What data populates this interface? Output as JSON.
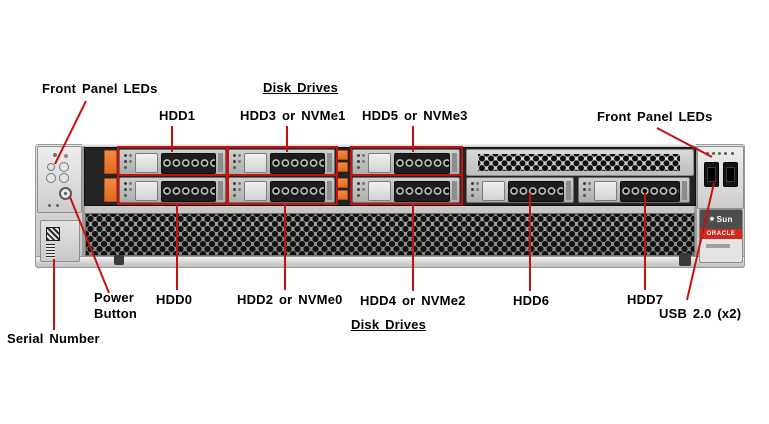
{
  "callouts": {
    "top": {
      "front_panel_leds_left": "Front Panel LEDs",
      "disk_drives": "Disk Drives",
      "hdd1": "HDD1",
      "hdd3": "HDD3 or NVMe1",
      "hdd5": "HDD5 or NVMe3",
      "front_panel_leds_right": "Front Panel LEDs"
    },
    "bottom": {
      "hdd0": "HDD0",
      "hdd2": "HDD2 or NVMe0",
      "hdd4": "HDD4 or NVMe2",
      "hdd6": "HDD6",
      "hdd7": "HDD7",
      "usb": "USB 2.0 (x2)",
      "disk_drives": "Disk Drives",
      "power_line1": "Power",
      "power_line2": "Button",
      "serial_number": "Serial Number"
    }
  },
  "server": {
    "badge": {
      "sun": "Sun",
      "oracle": "ORACLE"
    }
  },
  "colors": {
    "callout_red": "#c41212",
    "orange_label": "#ed7a2f",
    "oracle_red": "#d3281e"
  }
}
